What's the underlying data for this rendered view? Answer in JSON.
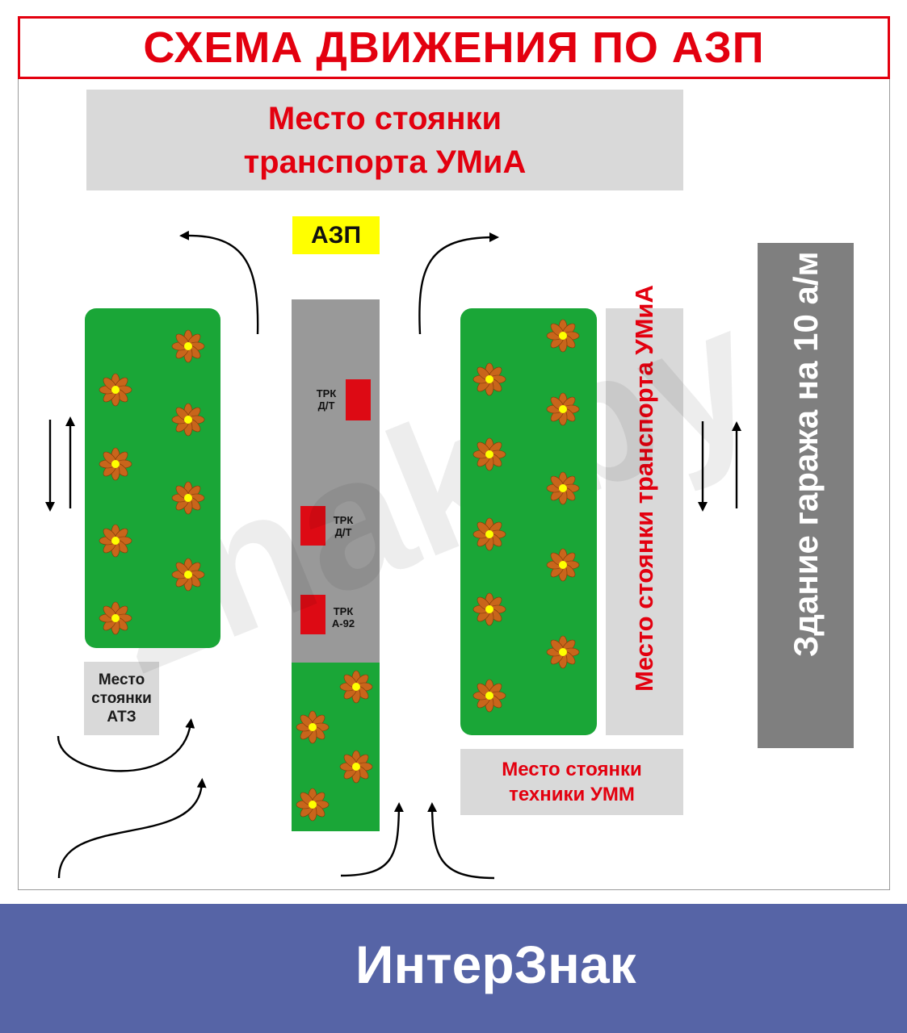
{
  "title": "СХЕМА ДВИЖЕНИЯ ПО АЗП",
  "labels": {
    "parking_top": "Место стоянки транспорта УМиА",
    "azp": "АЗП",
    "pump_1_line1": "ТРК",
    "pump_1_line2": "Д/Т",
    "pump_2_line1": "ТРК",
    "pump_2_line2": "Д/Т",
    "pump_3_line1": "ТРК",
    "pump_3_line2": "А-92",
    "parking_right": "Место стоянки транспорта УМиА",
    "garage": "Здание гаража на 10 а/м",
    "parking_atz": "Место стоянки АТЗ",
    "parking_umm": "Место стоянки техники УММ"
  },
  "watermark": "znak.by",
  "footer": {
    "brand": "ИнтерЗнак"
  },
  "colors": {
    "title_red": "#e3000f",
    "lawn_green": "#1aa637",
    "flower_petal": "#c8651b",
    "flower_center": "#ffff00",
    "pump_red": "#dd0a14",
    "pump_strip": "#999999",
    "garage_grey": "#7f7f7f",
    "parking_grey": "#d9d9d9",
    "azp_yellow": "#ffff00",
    "footer_blue": "#5664a6"
  },
  "icons": [
    "flower-icon",
    "arrow-icon",
    "interznak-logo-icon"
  ]
}
